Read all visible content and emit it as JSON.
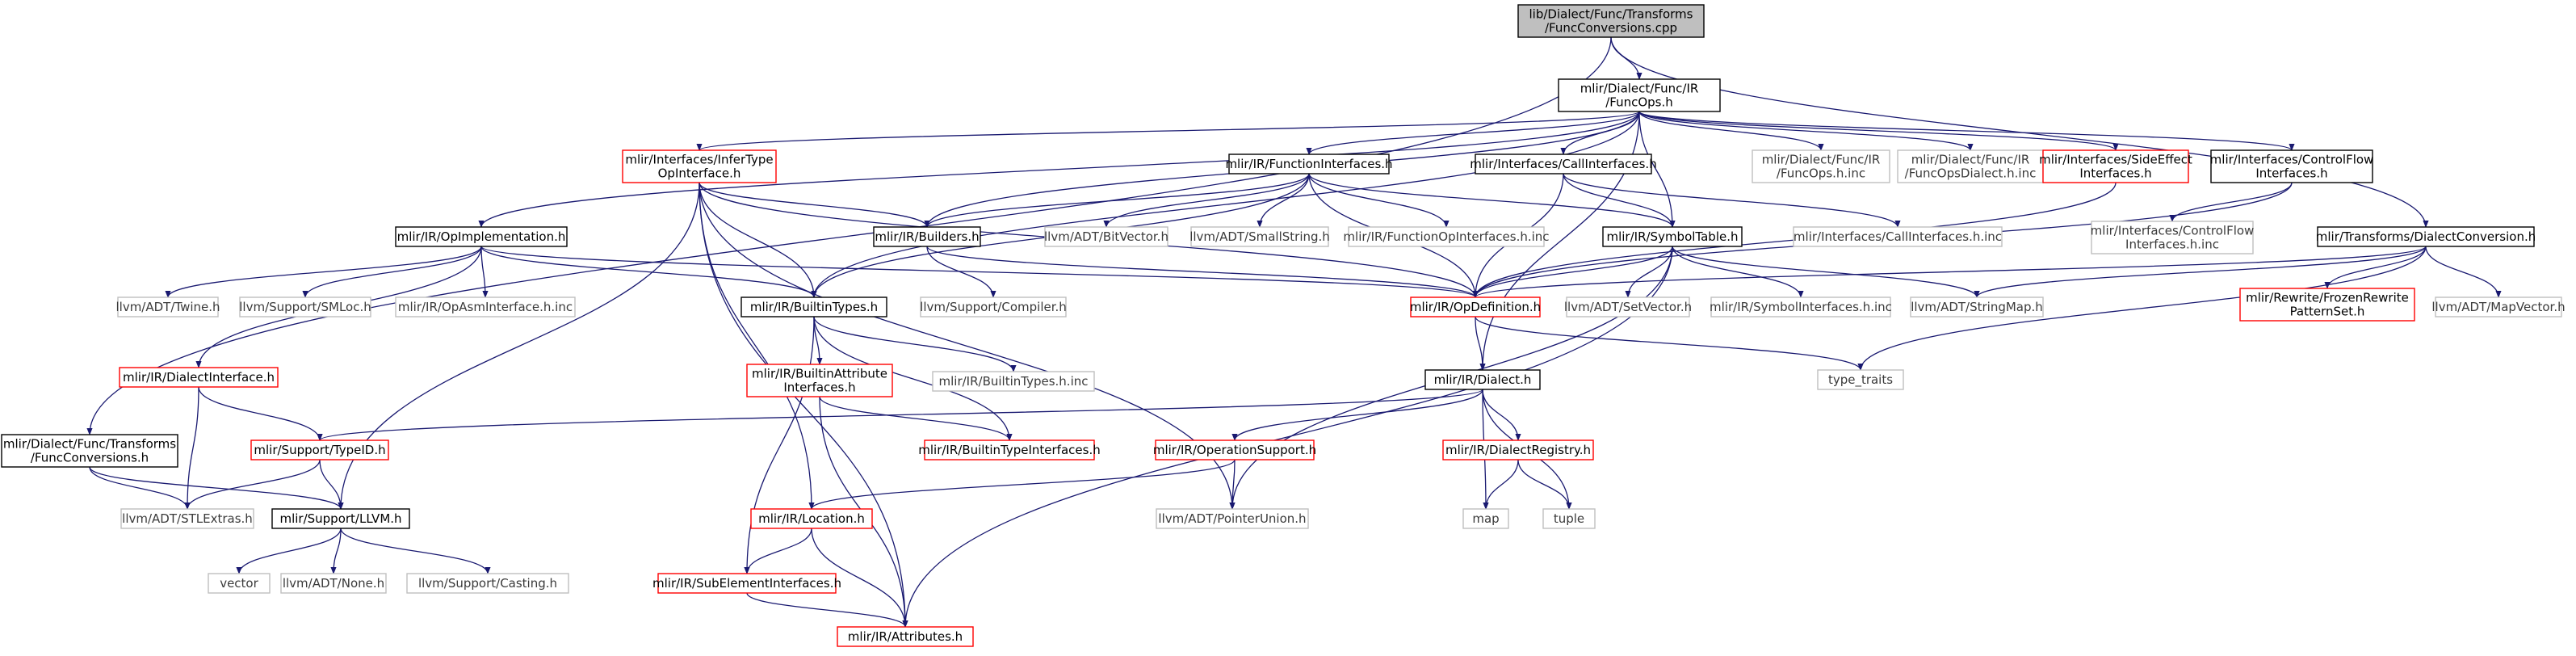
{
  "graph": {
    "nodes": [
      {
        "id": "root",
        "lines": [
          "lib/Dialect/Func/Transforms",
          "/FuncConversions.cpp"
        ],
        "style": "root"
      },
      {
        "id": "funcops",
        "lines": [
          "mlir/Dialect/Func/IR",
          "/FuncOps.h"
        ],
        "style": "black"
      },
      {
        "id": "infertype",
        "lines": [
          "mlir/Interfaces/InferType",
          "OpInterface.h"
        ],
        "style": "red"
      },
      {
        "id": "funcinterfaces",
        "lines": [
          "mlir/IR/FunctionInterfaces.h"
        ],
        "style": "black"
      },
      {
        "id": "callinterfaces",
        "lines": [
          "mlir/Interfaces/CallInterfaces.h"
        ],
        "style": "black"
      },
      {
        "id": "funcopsinc",
        "lines": [
          "mlir/Dialect/Func/IR",
          "/FuncOps.h.inc"
        ],
        "style": "gray"
      },
      {
        "id": "funcopsdialectinc",
        "lines": [
          "mlir/Dialect/Func/IR",
          "/FuncOpsDialect.h.inc"
        ],
        "style": "gray"
      },
      {
        "id": "sideeffect",
        "lines": [
          "mlir/Interfaces/SideEffect",
          "Interfaces.h"
        ],
        "style": "red"
      },
      {
        "id": "controlflow",
        "lines": [
          "mlir/Interfaces/ControlFlow",
          "Interfaces.h"
        ],
        "style": "black"
      },
      {
        "id": "opimpl",
        "lines": [
          "mlir/IR/OpImplementation.h"
        ],
        "style": "black"
      },
      {
        "id": "builders",
        "lines": [
          "mlir/IR/Builders.h"
        ],
        "style": "black"
      },
      {
        "id": "bitvector",
        "lines": [
          "llvm/ADT/BitVector.h"
        ],
        "style": "gray"
      },
      {
        "id": "smallstring",
        "lines": [
          "llvm/ADT/SmallString.h"
        ],
        "style": "gray"
      },
      {
        "id": "funcopinterfacesinc",
        "lines": [
          "mlir/IR/FunctionOpInterfaces.h.inc"
        ],
        "style": "gray"
      },
      {
        "id": "callinterfacesinc",
        "lines": [
          "mlir/Interfaces/CallInterfaces.h.inc"
        ],
        "style": "gray"
      },
      {
        "id": "controlflowinc",
        "lines": [
          "mlir/Interfaces/ControlFlow",
          "Interfaces.h.inc"
        ],
        "style": "gray"
      },
      {
        "id": "dialectconversion",
        "lines": [
          "mlir/Transforms/DialectConversion.h"
        ],
        "style": "black"
      },
      {
        "id": "twine",
        "lines": [
          "llvm/ADT/Twine.h"
        ],
        "style": "gray"
      },
      {
        "id": "smloc",
        "lines": [
          "llvm/Support/SMLoc.h"
        ],
        "style": "gray"
      },
      {
        "id": "opasminc",
        "lines": [
          "mlir/IR/OpAsmInterface.h.inc"
        ],
        "style": "gray"
      },
      {
        "id": "builtintypes",
        "lines": [
          "mlir/IR/BuiltinTypes.h"
        ],
        "style": "black"
      },
      {
        "id": "compiler",
        "lines": [
          "llvm/Support/Compiler.h"
        ],
        "style": "gray"
      },
      {
        "id": "opdef",
        "lines": [
          "mlir/IR/OpDefinition.h"
        ],
        "style": "red"
      },
      {
        "id": "symboltable",
        "lines": [
          "mlir/IR/SymbolTable.h"
        ],
        "style": "black"
      },
      {
        "id": "setvector",
        "lines": [
          "llvm/ADT/SetVector.h"
        ],
        "style": "gray"
      },
      {
        "id": "symbolinterfacesinc",
        "lines": [
          "mlir/IR/SymbolInterfaces.h.inc"
        ],
        "style": "gray"
      },
      {
        "id": "stringmap",
        "lines": [
          "llvm/ADT/StringMap.h"
        ],
        "style": "gray"
      },
      {
        "id": "frozenrewrite",
        "lines": [
          "mlir/Rewrite/FrozenRewrite",
          "PatternSet.h"
        ],
        "style": "red"
      },
      {
        "id": "mapvector",
        "lines": [
          "llvm/ADT/MapVector.h"
        ],
        "style": "gray"
      },
      {
        "id": "dialectinterface",
        "lines": [
          "mlir/IR/DialectInterface.h"
        ],
        "style": "red"
      },
      {
        "id": "builtinattrif",
        "lines": [
          "mlir/IR/BuiltinAttribute",
          "Interfaces.h"
        ],
        "style": "red"
      },
      {
        "id": "builtintypesinc",
        "lines": [
          "mlir/IR/BuiltinTypes.h.inc"
        ],
        "style": "gray"
      },
      {
        "id": "dialect",
        "lines": [
          "mlir/IR/Dialect.h"
        ],
        "style": "black"
      },
      {
        "id": "typetraits",
        "lines": [
          "type_traits"
        ],
        "style": "gray"
      },
      {
        "id": "funcconv_h",
        "lines": [
          "mlir/Dialect/Func/Transforms",
          "/FuncConversions.h"
        ],
        "style": "black"
      },
      {
        "id": "typeid",
        "lines": [
          "mlir/Support/TypeID.h"
        ],
        "style": "red"
      },
      {
        "id": "builtintypeif",
        "lines": [
          "mlir/IR/BuiltinTypeInterfaces.h"
        ],
        "style": "red"
      },
      {
        "id": "opsupport",
        "lines": [
          "mlir/IR/OperationSupport.h"
        ],
        "style": "red"
      },
      {
        "id": "dialectregistry",
        "lines": [
          "mlir/IR/DialectRegistry.h"
        ],
        "style": "red"
      },
      {
        "id": "stlextras",
        "lines": [
          "llvm/ADT/STLExtras.h"
        ],
        "style": "gray"
      },
      {
        "id": "llvmh",
        "lines": [
          "mlir/Support/LLVM.h"
        ],
        "style": "black"
      },
      {
        "id": "location",
        "lines": [
          "mlir/IR/Location.h"
        ],
        "style": "red"
      },
      {
        "id": "pointerunion",
        "lines": [
          "llvm/ADT/PointerUnion.h"
        ],
        "style": "gray"
      },
      {
        "id": "map",
        "lines": [
          "map"
        ],
        "style": "gray"
      },
      {
        "id": "tuple",
        "lines": [
          "tuple"
        ],
        "style": "gray"
      },
      {
        "id": "vector",
        "lines": [
          "vector"
        ],
        "style": "gray"
      },
      {
        "id": "none",
        "lines": [
          "llvm/ADT/None.h"
        ],
        "style": "gray"
      },
      {
        "id": "casting",
        "lines": [
          "llvm/Support/Casting.h"
        ],
        "style": "gray"
      },
      {
        "id": "subelement",
        "lines": [
          "mlir/IR/SubElementInterfaces.h"
        ],
        "style": "red"
      },
      {
        "id": "attributes",
        "lines": [
          "mlir/IR/Attributes.h"
        ],
        "style": "red"
      }
    ]
  }
}
